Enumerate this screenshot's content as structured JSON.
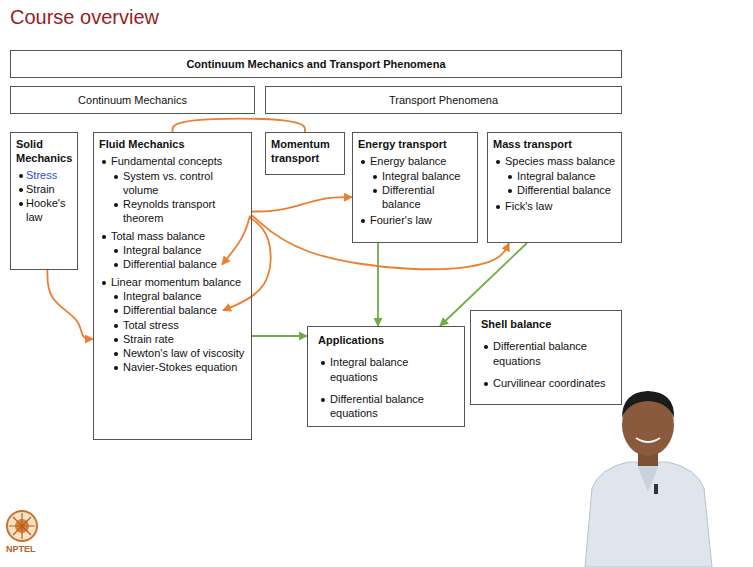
{
  "diagram": {
    "title": "Course overview",
    "nodes": [
      {
        "text": [
          "Continuum Mechanics and Transport Phenomena"
        ]
      },
      {
        "text": [
          "Continuum Mechanics"
        ]
      },
      {
        "text": [
          "Transport Phenomena"
        ]
      },
      {
        "text": [
          "Solid Mechanics",
          "Stress",
          "Strain",
          "Hooke's law"
        ]
      },
      {
        "text": [
          "Fluid Mechanics",
          "Fundamental concepts",
          "System vs. control volume",
          "Reynolds transport theorem",
          "Total mass balance",
          "Integral balance",
          "Differential balance",
          "Linear momentum balance",
          "Integral balance",
          "Differential balance",
          "Total stress",
          "Strain rate",
          "Newton's law of viscosity",
          "Navier-Stokes equation"
        ]
      },
      {
        "text": [
          "Momentum transport"
        ]
      },
      {
        "text": [
          "Energy transport",
          "Energy balance",
          "Integral balance",
          "Differential balance",
          "Fourier's law"
        ]
      },
      {
        "text": [
          "Mass transport",
          "Species mass balance",
          "Integral balance",
          "Differential balance",
          "Fick's law"
        ]
      },
      {
        "text": [
          "Applications",
          "Integral balance equations",
          "Differential balance equations"
        ]
      },
      {
        "text": [
          "Shell balance",
          "Differential balance equations",
          "Curvilinear coordinates"
        ]
      }
    ],
    "edges": [
      {
        "from": 4,
        "to": 5,
        "arrow": "none"
      },
      {
        "from": 4,
        "to": 6,
        "arrow": "to"
      },
      {
        "from": 4,
        "to": 7,
        "arrow": "to"
      },
      {
        "from": 3,
        "to": 4,
        "arrow": "to"
      },
      {
        "from": 4,
        "to": 8,
        "arrow": "to"
      },
      {
        "from": 6,
        "to": 8,
        "arrow": "to"
      },
      {
        "from": 7,
        "to": 8,
        "arrow": "to"
      }
    ],
    "labels": [
      "NPTEL"
    ]
  }
}
